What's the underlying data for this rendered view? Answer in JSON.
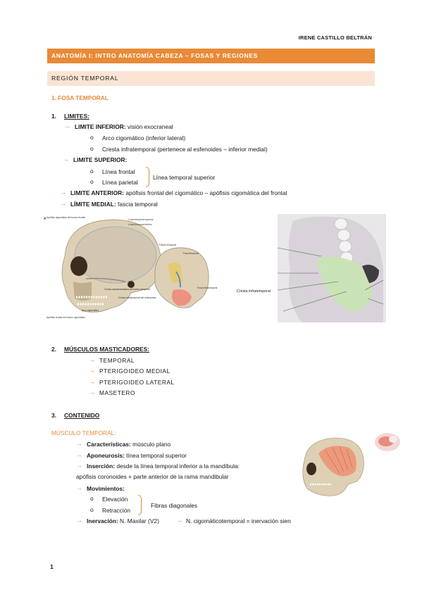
{
  "header": {
    "author": "IRENE CASTILLO BELTRÁN",
    "title": "ANATOMÍA I: INTRO ANATOMÍA CABEZA – FOSAS Y REGIONES",
    "section": "REGIÓN TEMPORAL"
  },
  "fosa": {
    "heading": "1. FOSA TEMPORAL",
    "limites_num": "1.",
    "limites_label": "LIMITES:",
    "inferior_label": "LIMITE INFERIOR:",
    "inferior_text": " visión exocraneal",
    "inferior_items": [
      "Arco cigomático (inferior lateral)",
      "Cresta infratemporal (pertenece al esfenoides – inferior medial)"
    ],
    "superior_label": "LIMITE SUPERIOR:",
    "superior_items": [
      "Línea frontal",
      "Línea parietal"
    ],
    "superior_brace": "Línea temporal superior",
    "anterior_label": "LIMITE ANTERIOR:",
    "anterior_text": " apófisis frontal del cigomático – apófisis cigomática del frontal",
    "medial_label": "LÍMITE MEDIAL:",
    "medial_text": " fascia temporal"
  },
  "figure1": {
    "letter": "A",
    "labels": [
      "Línea temporal superior",
      "Línea temporal inferior",
      "Fascia temporal",
      "Fosa temporal",
      "Apófisis cigomática del hueso frontal",
      "Cresta supramastoidea del hueso temporal",
      "Cresta infratemporal del esfenoides",
      "Fosa infratemporal",
      "Arco cigomático",
      "Apófisis frontal del hueso cigomático"
    ]
  },
  "figure2": {
    "label": "Cresta infratemporal"
  },
  "musculos": {
    "num": "2.",
    "label": "MÚSCULOS MASTICADORES:",
    "items": [
      "TEMPORAL",
      "PTERIGOIDEO MEDIAL",
      "PTERIGOIDEO LATERAL",
      "MASETERO"
    ]
  },
  "contenido": {
    "num": "3.",
    "label": "CONTENIDO",
    "muscle_heading": "MÚSCULO TEMPORAL:",
    "caracteristicas_label": "Características:",
    "caracteristicas_text": " músculo plano",
    "aponeurosis_label": "Aponeurosis:",
    "aponeurosis_text": " línea temporal superior",
    "insercion_label": "Inserción:",
    "insercion_text": " desde la línea temporal inferior a la mandíbula:",
    "insercion_text2": "apófisis coronoides + parte anterior de la rama mandibular",
    "movimientos_label": "Movimientos:",
    "movimientos_items": [
      "Elevación",
      "Retracción"
    ],
    "movimientos_brace": "Fibras diagonales",
    "inervacion_label": "Inervación:",
    "inervacion_text": " N. Maxilar (V2)",
    "inervacion_text2": "N. cigomáticotemporal = inervación sien"
  },
  "footer": {
    "page": "1"
  },
  "symbols": {
    "arrow": "→",
    "bullet": "o"
  }
}
